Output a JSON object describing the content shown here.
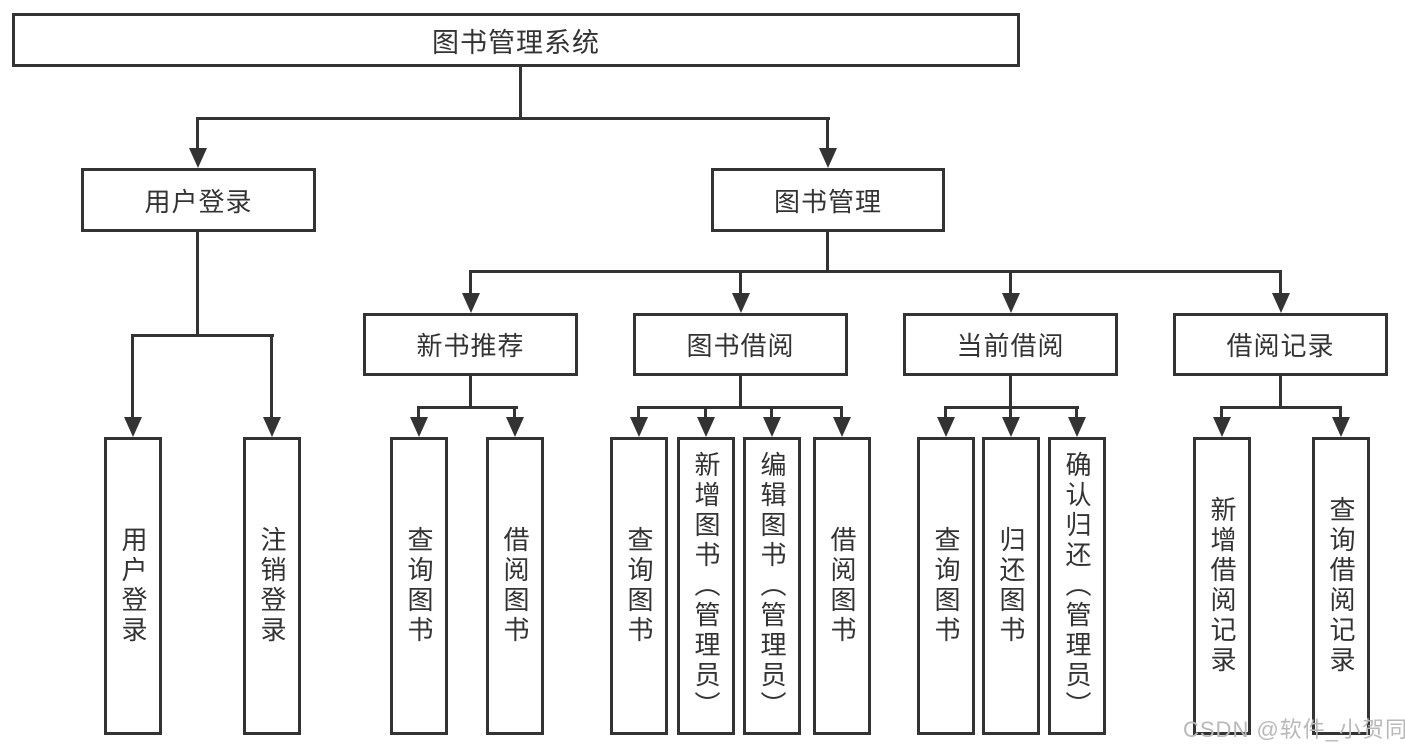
{
  "diagram": {
    "root": "图书管理系统",
    "branches": [
      {
        "label": "用户登录",
        "children": [
          "用户登录",
          "注销登录"
        ]
      },
      {
        "label": "图书管理",
        "children": [
          {
            "label": "新书推荐",
            "children": [
              "查询图书",
              "借阅图书"
            ]
          },
          {
            "label": "图书借阅",
            "children": [
              "查询图书",
              "新增图书（管理员）",
              "编辑图书（管理员）",
              "借阅图书"
            ]
          },
          {
            "label": "当前借阅",
            "children": [
              "查询图书",
              "归还图书",
              "确认归还（管理员）"
            ]
          },
          {
            "label": "借阅记录",
            "children": [
              "新增借阅记录",
              "查询借阅记录"
            ]
          }
        ]
      }
    ]
  },
  "colors": {
    "line": "#333333",
    "text": "#333333",
    "background": "#ffffff",
    "watermark": "#b9b9b9"
  },
  "watermark": "CSDN @软件_小贺同学"
}
